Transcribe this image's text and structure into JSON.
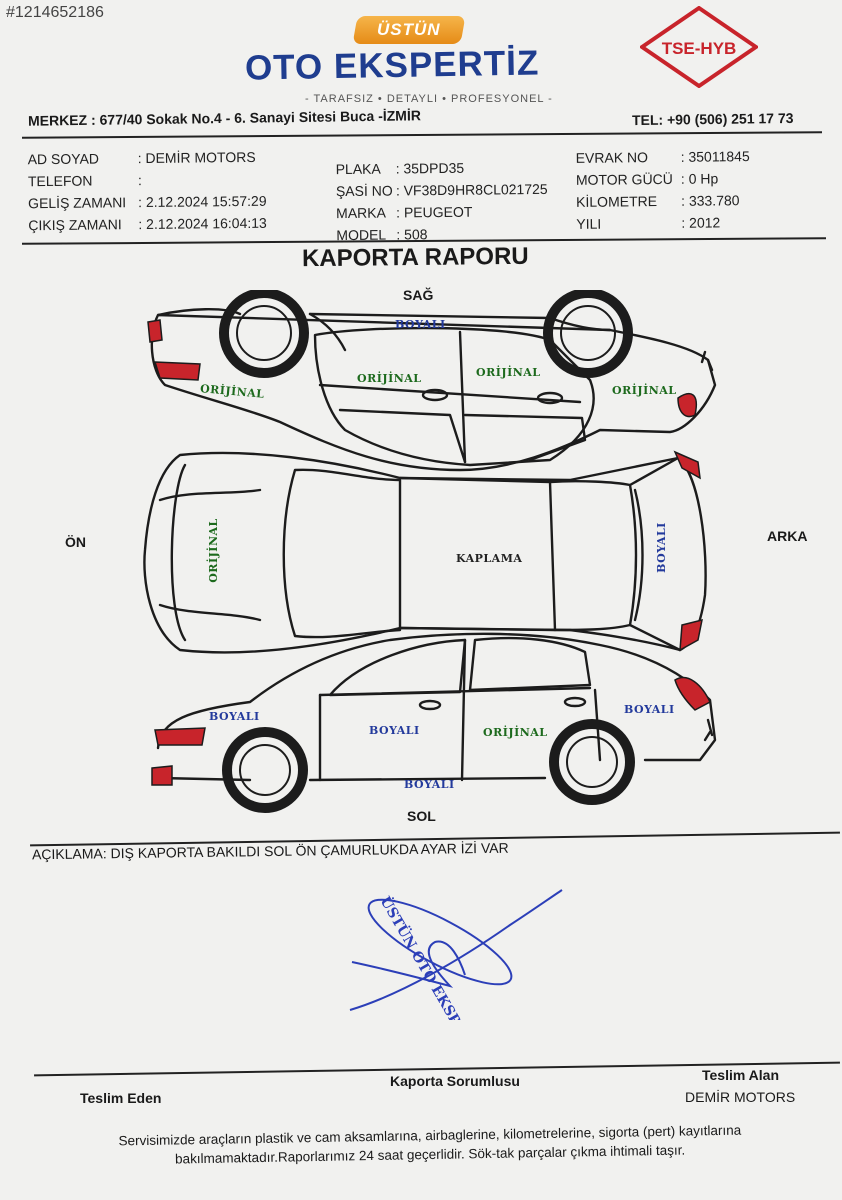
{
  "listing_id": "#1214652186",
  "header": {
    "logo_badge": "ÜSTÜN",
    "brand": "OTO EKSPERTİZ",
    "slogan": "- TARAFSIZ • DETAYLI • PROFESYONEL -",
    "cert_logo": "TSE-HYB",
    "address": "MERKEZ : 677/40 Sokak No.4 - 6. Sanayi Sitesi Buca -İZMİR",
    "phone": "TEL: +90 (506) 251 17 73"
  },
  "info": {
    "col1": [
      {
        "label": "AD SOYAD",
        "value": ": DEMİR MOTORS"
      },
      {
        "label": "TELEFON",
        "value": ":"
      },
      {
        "label": "GELİŞ ZAMANI",
        "value": ": 2.12.2024 15:57:29"
      },
      {
        "label": "ÇIKIŞ ZAMANI",
        "value": ": 2.12.2024 16:04:13"
      }
    ],
    "col2": [
      {
        "label": "PLAKA",
        "value": ": 35DPD35"
      },
      {
        "label": "ŞASİ NO",
        "value": ": VF38D9HR8CL021725"
      },
      {
        "label": "MARKA",
        "value": ": PEUGEOT"
      },
      {
        "label": "MODEL",
        "value": ": 508"
      }
    ],
    "col3": [
      {
        "label": "EVRAK NO",
        "value": ": 35011845"
      },
      {
        "label": "MOTOR GÜCÜ",
        "value": ": 0 Hp"
      },
      {
        "label": "KİLOMETRE",
        "value": ": 333.780"
      },
      {
        "label": "YILI",
        "value": ": 2012"
      }
    ]
  },
  "report": {
    "title": "KAPORTA RAPORU",
    "side_right": "SAĞ",
    "side_left": "SOL",
    "front": "ÖN",
    "rear": "ARKA"
  },
  "panels": {
    "right_roof_rail": "BOYALI",
    "right_front_fender": "ORİJİNAL",
    "right_front_door": "ORİJİNAL",
    "right_rear_door": "ORİJİNAL",
    "right_rear_fender": "ORİJİNAL",
    "hood": "ORİJİNAL",
    "roof": "KAPLAMA",
    "trunk": "BOYALI",
    "left_front_fender": "BOYALI",
    "left_front_door": "BOYALI",
    "left_rear_door": "ORİJİNAL",
    "left_rear_fender": "BOYALI",
    "left_rocker": "BOYALI"
  },
  "colors": {
    "original": "#1d6a1d",
    "painted": "#233a9c",
    "light_red": "#c8242b",
    "brand_blue": "#1f3d8f",
    "stamp_blue": "#2c3fb8"
  },
  "description": "AÇIKLAMA: DIŞ KAPORTA BAKILDI SOL ÖN ÇAMURLUKDA AYAR İZİ VAR",
  "stamp_text": "ÜSTÜN OTO EKSPERTİZ",
  "signatures": {
    "delivered_by": "Teslim Eden",
    "body_responsible": "Kaporta Sorumlusu",
    "received_by": "Teslim Alan",
    "received_name": "DEMİR MOTORS"
  },
  "footer": "Servisimizde araçların plastik ve cam aksamlarına, airbaglerine, kilometrelerine, sigorta (pert) kayıtlarına bakılmamaktadır.Raporlarımız 24 saat geçerlidir. Sök-tak parçalar çıkma ihtimali taşır."
}
